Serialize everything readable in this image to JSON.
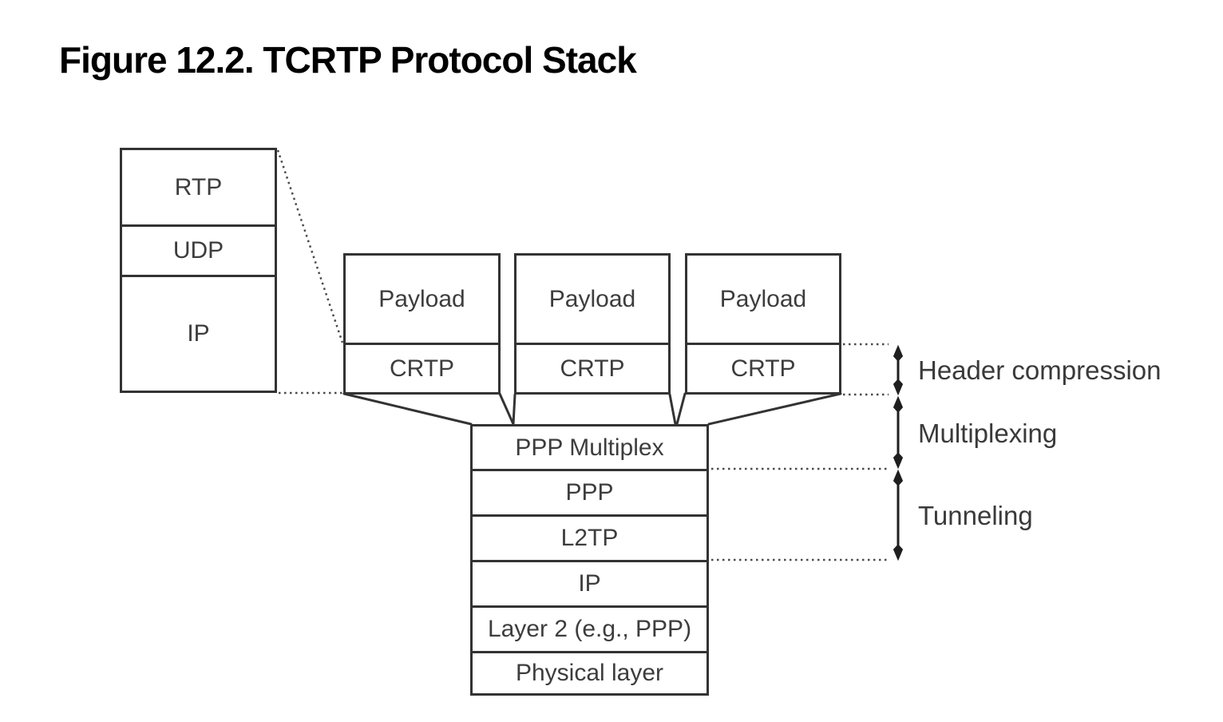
{
  "title": "Figure 12.2. TCRTP Protocol Stack",
  "left_stack": {
    "layers": [
      "RTP",
      "UDP",
      "IP"
    ]
  },
  "payload_stacks": [
    {
      "top": "Payload",
      "bottom": "CRTP"
    },
    {
      "top": "Payload",
      "bottom": "CRTP"
    },
    {
      "top": "Payload",
      "bottom": "CRTP"
    }
  ],
  "bottom_stack": {
    "layers": [
      "PPP Multiplex",
      "PPP",
      "L2TP",
      "IP",
      "Layer 2 (e.g., PPP)",
      "Physical layer"
    ]
  },
  "annotations": {
    "header_compression": "Header compression",
    "multiplexing": "Multiplexing",
    "tunneling": "Tunneling"
  },
  "colors": {
    "line": "#333333",
    "dotted_line": "#4a4a4a",
    "arrow": "#1f1f1f",
    "box_text": "#3d3d3d",
    "title_text": "#000000",
    "background": "#ffffff"
  }
}
